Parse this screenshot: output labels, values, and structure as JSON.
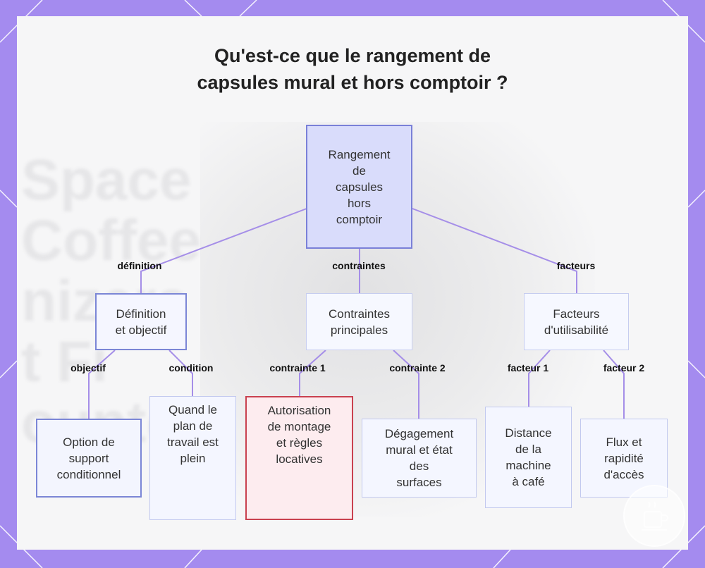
{
  "title_lines": [
    "Qu'est-ce que le rangement de",
    "capsules mural et hors comptoir ?"
  ],
  "background_words": "Space\nCoffee\nnizers\nt Fi\nounter",
  "nodes": {
    "root": "Rangement\nde\ncapsules\nhors\ncomptoir",
    "definition": "Définition\net objectif",
    "contraintes": "Contraintes\nprincipales",
    "facteurs": "Facteurs\nd'utilisabilité",
    "option": "Option de\nsupport\nconditionnel",
    "quand": "Quand le\nplan de\ntravail est\nplein",
    "autorisation": "Autorisation\nde montage\net règles\nlocatives",
    "degagement": "Dégagement\nmural et état\ndes\nsurfaces",
    "distance": "Distance\nde la\nmachine\nà café",
    "flux": "Flux et\nrapidité\nd'accès"
  },
  "edge_labels": {
    "definition": "définition",
    "contraintes": "contraintes",
    "facteurs": "facteurs",
    "objectif": "objectif",
    "condition": "condition",
    "contrainte1": "contrainte 1",
    "contrainte2": "contrainte 2",
    "facteur1": "facteur 1",
    "facteur2": "facteur 2"
  },
  "colors": {
    "frame": "#a48bef",
    "edge": "#a58ee8",
    "root_fill": "#d9dcfb",
    "highlight_border": "#c9414f"
  }
}
